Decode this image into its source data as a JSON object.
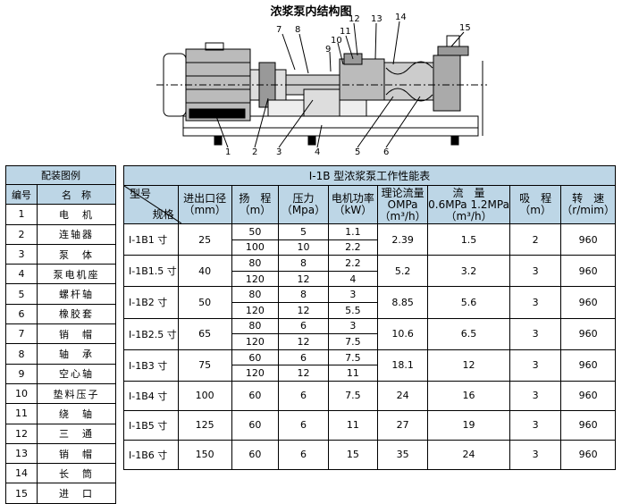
{
  "title": "浓浆泵内结构图",
  "callouts": {
    "top": [
      "7",
      "8",
      "9",
      "10",
      "11",
      "12",
      "13",
      "14",
      "15"
    ],
    "bottom": [
      "1",
      "2",
      "3",
      "4",
      "5",
      "6"
    ]
  },
  "parts_table": {
    "caption": "配装图例",
    "headers": [
      "编号",
      "名　称"
    ],
    "rows": [
      [
        "1",
        "电　机"
      ],
      [
        "2",
        "连轴器"
      ],
      [
        "3",
        "泵　体"
      ],
      [
        "4",
        "泵电机座"
      ],
      [
        "5",
        "螺杆轴"
      ],
      [
        "6",
        "橡胶套"
      ],
      [
        "7",
        "销　帽"
      ],
      [
        "8",
        "轴　承"
      ],
      [
        "9",
        "空心轴"
      ],
      [
        "10",
        "垫料压子"
      ],
      [
        "11",
        "绕　轴"
      ],
      [
        "12",
        "三　通"
      ],
      [
        "13",
        "销　帽"
      ],
      [
        "14",
        "长　筒"
      ],
      [
        "15",
        "进　口"
      ]
    ]
  },
  "perf_table": {
    "caption": "Ⅰ-1B 型浓浆泵工作性能表",
    "diag_top": "型号",
    "diag_bottom": "规格",
    "headers": {
      "inlet": "进出口径\n（mm）",
      "head": "扬　程\n（m）",
      "pressure": "压力\n（Mpa）",
      "power": "电机功率\n（kW）",
      "theory": "理论流量\nOMPa\n（m³/h）",
      "flow": "流　量\n0.6MPa 1.2MPa\n（m³/h）",
      "suction": "吸　程\n（m）",
      "speed": "转　速\n（r/mim）"
    },
    "rows": [
      {
        "model": "Ⅰ-1B1 寸",
        "inlet": "25",
        "subs": [
          [
            "50",
            "5",
            "1.1"
          ],
          [
            "100",
            "10",
            "2.2"
          ]
        ],
        "theory": "2.39",
        "flow": "1.5",
        "suction": "2",
        "speed": "960"
      },
      {
        "model": "Ⅰ-1B1.5 寸",
        "inlet": "40",
        "subs": [
          [
            "80",
            "8",
            "2.2"
          ],
          [
            "120",
            "12",
            "4"
          ]
        ],
        "theory": "5.2",
        "flow": "3.2",
        "suction": "3",
        "speed": "960"
      },
      {
        "model": "Ⅰ-1B2 寸",
        "inlet": "50",
        "subs": [
          [
            "80",
            "8",
            "3"
          ],
          [
            "120",
            "12",
            "5.5"
          ]
        ],
        "theory": "8.85",
        "flow": "5.6",
        "suction": "3",
        "speed": "960"
      },
      {
        "model": "Ⅰ-1B2.5 寸",
        "inlet": "65",
        "subs": [
          [
            "80",
            "6",
            "3"
          ],
          [
            "120",
            "12",
            "7.5"
          ]
        ],
        "theory": "10.6",
        "flow": "6.5",
        "suction": "3",
        "speed": "960"
      },
      {
        "model": "Ⅰ-1B3 寸",
        "inlet": "75",
        "subs": [
          [
            "60",
            "6",
            "7.5"
          ],
          [
            "120",
            "12",
            "11"
          ]
        ],
        "theory": "18.1",
        "flow": "12",
        "suction": "3",
        "speed": "960"
      },
      {
        "model": "Ⅰ-1B4 寸",
        "inlet": "100",
        "subs": [
          [
            "60",
            "6",
            "7.5"
          ]
        ],
        "theory": "24",
        "flow": "16",
        "suction": "3",
        "speed": "960"
      },
      {
        "model": "Ⅰ-1B5 寸",
        "inlet": "125",
        "subs": [
          [
            "60",
            "6",
            "11"
          ]
        ],
        "theory": "27",
        "flow": "19",
        "suction": "3",
        "speed": "960"
      },
      {
        "model": "Ⅰ-1B6 寸",
        "inlet": "150",
        "subs": [
          [
            "60",
            "6",
            "15"
          ]
        ],
        "theory": "35",
        "flow": "24",
        "suction": "3",
        "speed": "960"
      }
    ]
  }
}
